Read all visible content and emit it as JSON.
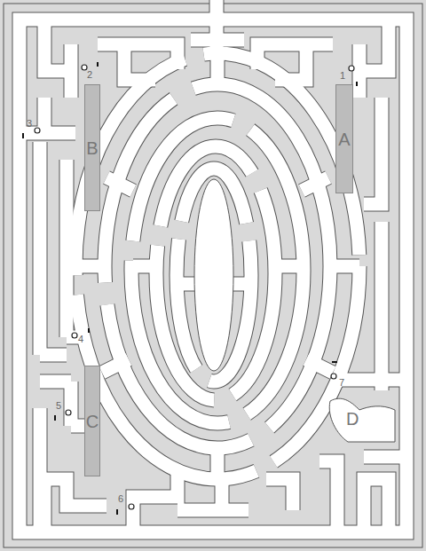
{
  "diagram": {
    "nodes": [
      {
        "text": [
          "A"
        ]
      },
      {
        "text": [
          "B"
        ]
      },
      {
        "text": [
          "C"
        ]
      }
    ],
    "labels": [
      "1",
      "2",
      "3",
      "4",
      "5",
      "6",
      "7",
      "D"
    ]
  }
}
